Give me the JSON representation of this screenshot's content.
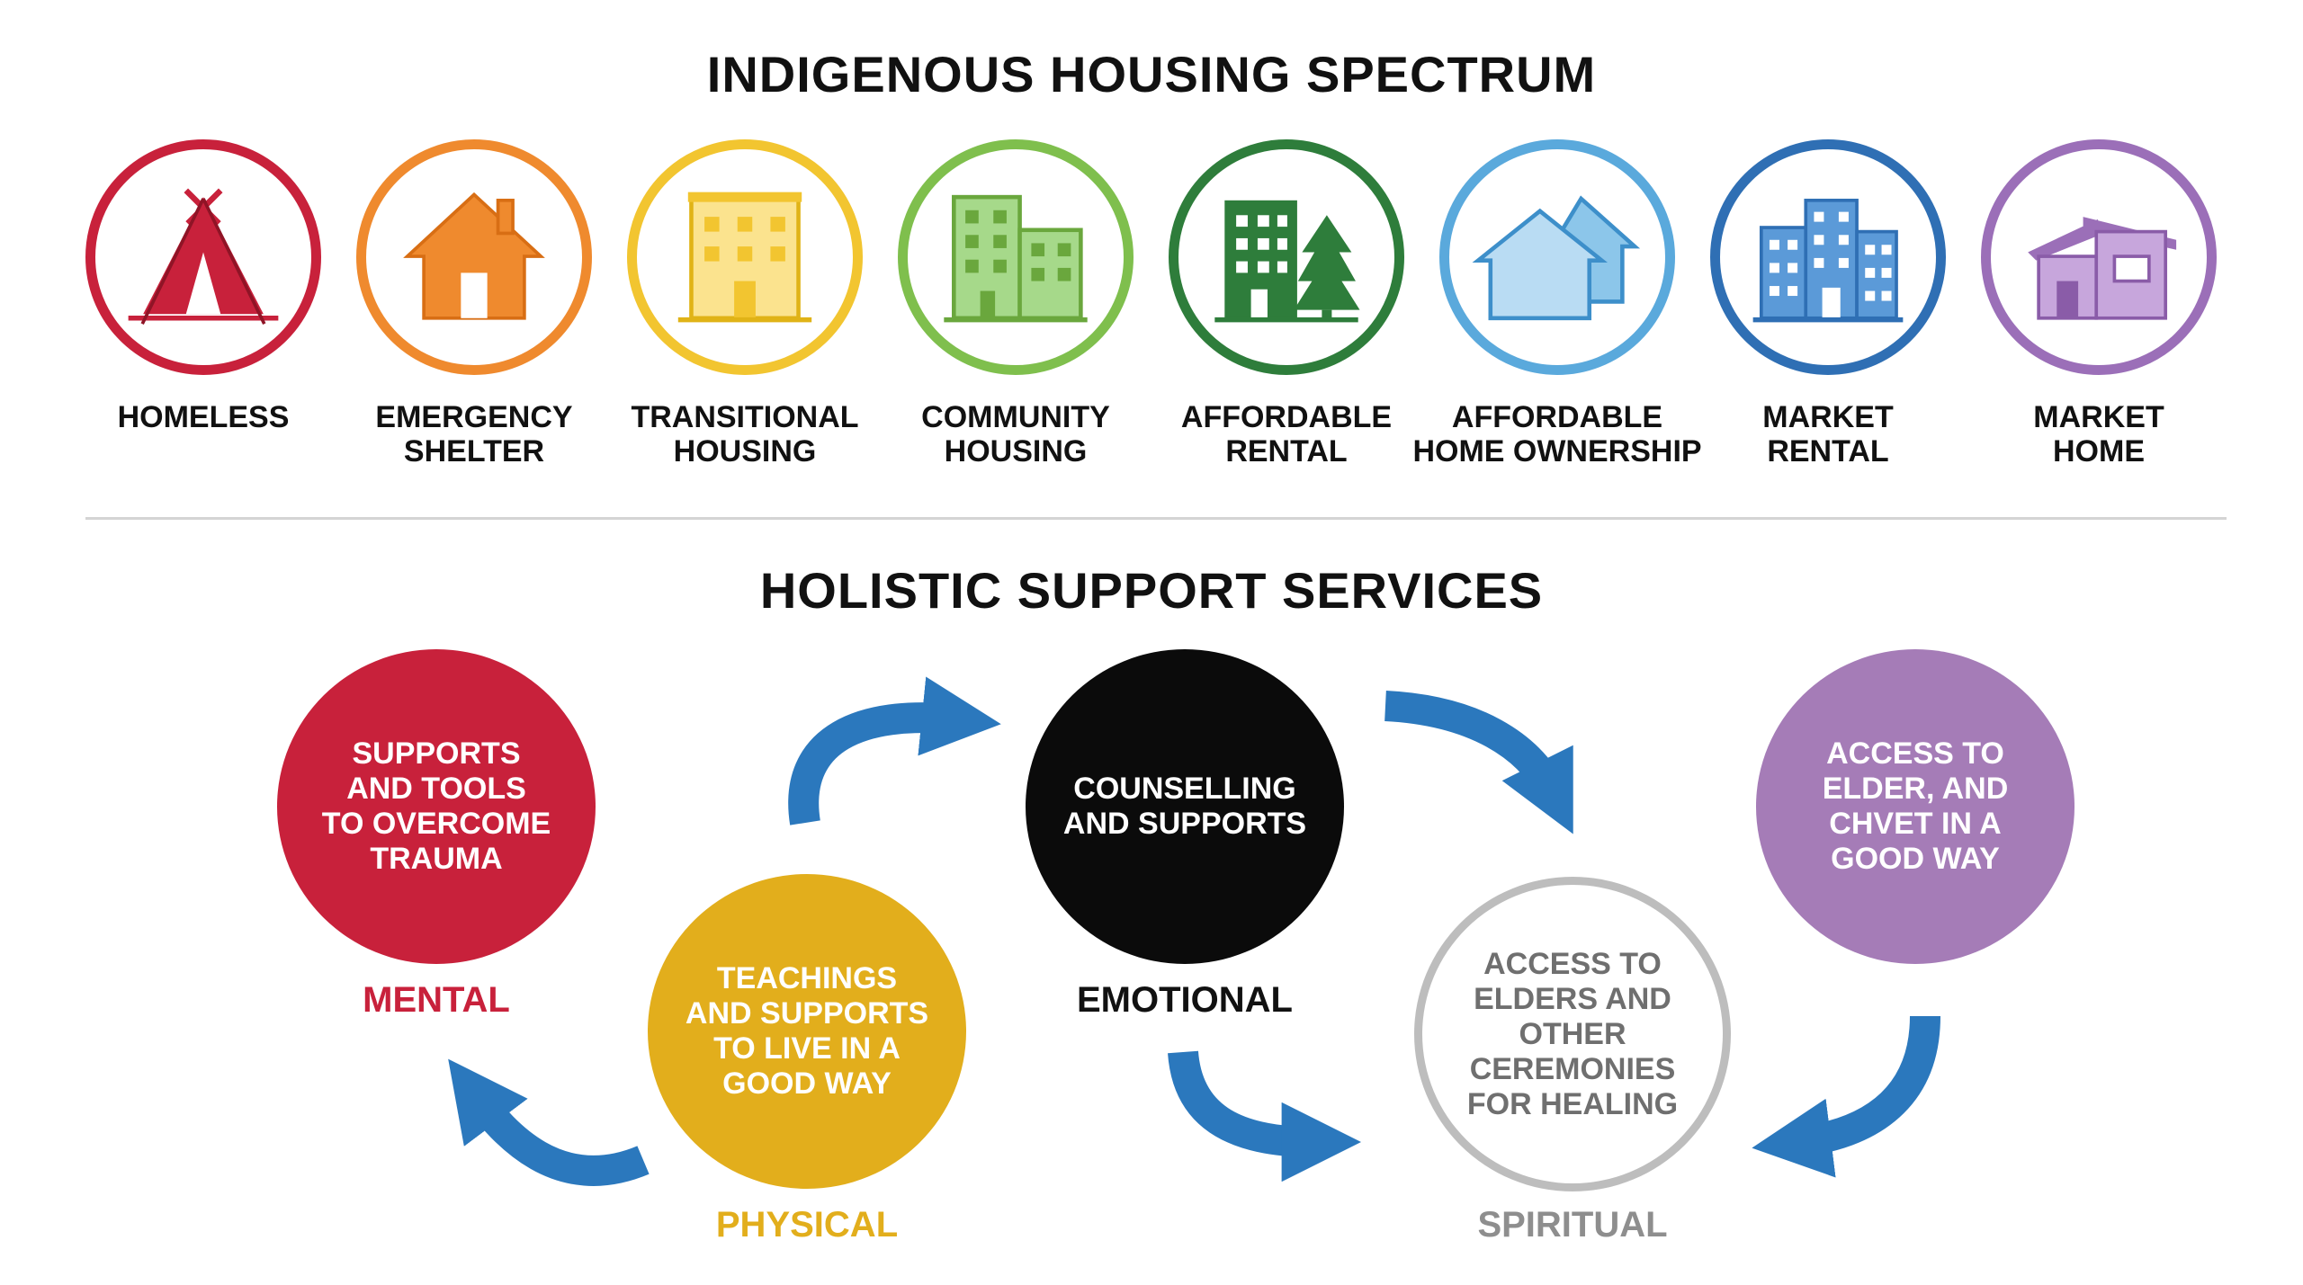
{
  "spectrum": {
    "title": "INDIGENOUS HOUSING SPECTRUM",
    "steps": [
      {
        "line1": "HOMELESS",
        "line2": "",
        "icon": "teepee-icon",
        "color": "#c8213b"
      },
      {
        "line1": "EMERGENCY",
        "line2": "SHELTER",
        "icon": "house-icon",
        "color": "#ef8a2e"
      },
      {
        "line1": "TRANSITIONAL",
        "line2": "HOUSING",
        "icon": "apartment-building-icon",
        "color": "#f2c530"
      },
      {
        "line1": "COMMUNITY",
        "line2": "HOUSING",
        "icon": "community-buildings-icon",
        "color": "#7fbf4d"
      },
      {
        "line1": "AFFORDABLE",
        "line2": "RENTAL",
        "icon": "building-tree-icon",
        "color": "#2e7d3b"
      },
      {
        "line1": "AFFORDABLE",
        "line2": "HOME OWNERSHIP",
        "icon": "two-houses-icon",
        "color": "#5aa9dc"
      },
      {
        "line1": "MARKET",
        "line2": "RENTAL",
        "icon": "city-buildings-icon",
        "color": "#2f6fb4"
      },
      {
        "line1": "MARKET",
        "line2": "HOME",
        "icon": "modern-home-icon",
        "color": "#9b6fb8"
      }
    ]
  },
  "services": {
    "title": "HOLISTIC SUPPORT SERVICES",
    "mental": {
      "text": [
        "SUPPORTS",
        "AND TOOLS",
        "TO OVERCOME",
        "TRAUMA"
      ],
      "label": "MENTAL",
      "color": "#c8213b"
    },
    "physical": {
      "text": [
        "TEACHINGS",
        "AND SUPPORTS",
        "TO LIVE IN A",
        "GOOD WAY"
      ],
      "label": "PHYSICAL",
      "color": "#e2ae1c"
    },
    "emotional": {
      "text": [
        "COUNSELLING",
        "AND SUPPORTS"
      ],
      "label": "EMOTIONAL",
      "color": "#0b0b0b"
    },
    "spiritual": {
      "text": [
        "ACCESS TO",
        "ELDERS AND",
        "OTHER",
        "CEREMONIES",
        "FOR HEALING"
      ],
      "label": "SPIRITUAL",
      "color": "#9a9a9a"
    },
    "extra": {
      "text": [
        "ACCESS TO",
        "ELDER, AND",
        "CHVET IN A",
        "GOOD WAY"
      ],
      "color": "#a57cb7"
    },
    "arrow_color": "#2b78bd"
  }
}
